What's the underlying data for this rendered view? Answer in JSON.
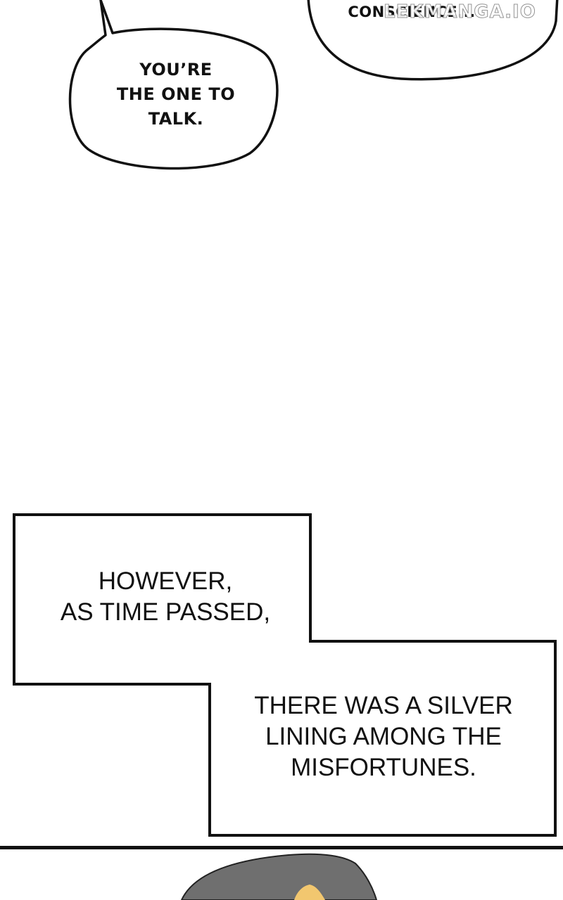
{
  "watermark": "LEKMANGA.IO",
  "speech_bubbles": {
    "top_right": {
      "text": "CONSCIENCE..."
    },
    "left": {
      "line1": "YOU’RE",
      "line2": "THE ONE TO",
      "line3": "TALK."
    }
  },
  "captions": {
    "first": {
      "line1": "HOWEVER,",
      "line2": "AS TIME PASSED,"
    },
    "second": {
      "line1": "THERE WAS A SILVER",
      "line2": "LINING AMONG THE",
      "line3": "MISFORTUNES."
    }
  },
  "colors": {
    "ink": "#111111",
    "background": "#ffffff",
    "hair_gray": "#6f6f6f",
    "skin": "#f2c76f"
  }
}
